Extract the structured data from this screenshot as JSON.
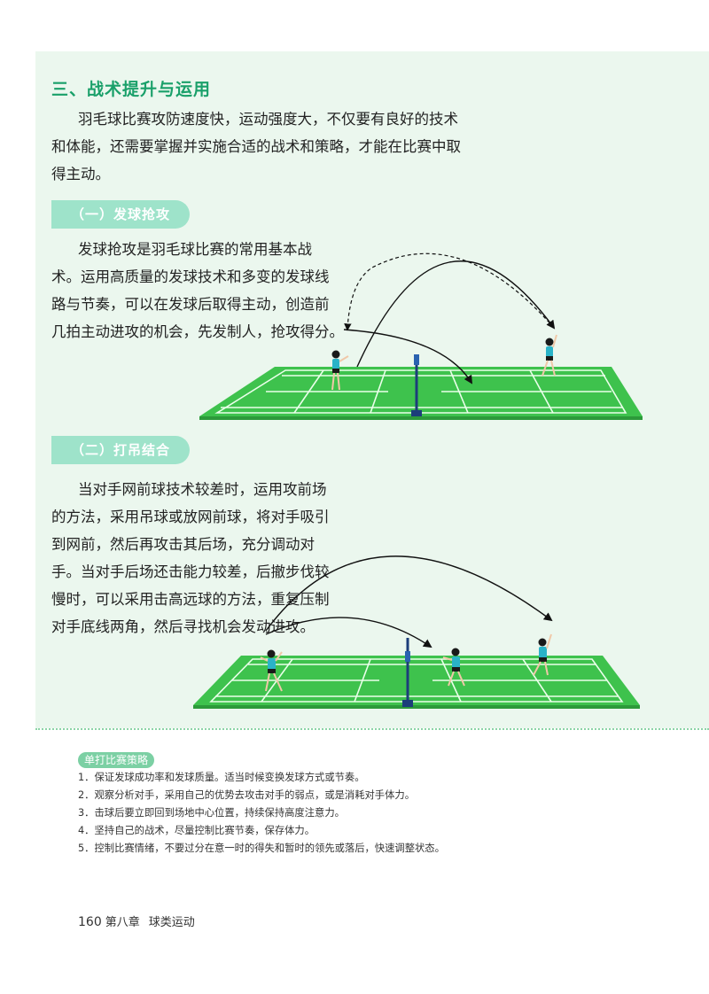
{
  "section": {
    "title": "三、战术提升与运用",
    "intro": [
      "羽毛球比赛攻防速度快，运动强度大，不仅要有良好的技术",
      "和体能，还需要掌握并实施合适的战术和策略，才能在比赛中取",
      "得主动。"
    ]
  },
  "subsections": [
    {
      "label": "（一）发球抢攻",
      "text": [
        "发球抢攻是羽毛球比赛的常用基本战",
        "术。运用高质量的发球技术和多变的发球线",
        "路与节奏，可以在发球后取得主动，创造前",
        "几拍主动进攻的机会，先发制人，抢攻得分。"
      ]
    },
    {
      "label": "（二）打吊结合",
      "text": [
        "当对手网前球技术较差时，运用攻前场",
        "的方法，采用吊球或放网前球，将对手吸引",
        "到网前，然后再攻击其后场，充分调动对",
        "手。当对手后场还击能力较差，后撤步伐较",
        "慢时，可以采用击高远球的方法，重复压制",
        "对手底线两角，然后寻找机会发动进攻。"
      ]
    }
  ],
  "tips": {
    "label": "单打比赛策略",
    "items": [
      "1．保证发球成功率和发球质量。适当时候变换发球方式或节奏。",
      "2．观察分析对手，采用自己的优势去攻击对手的弱点，或是消耗对手体力。",
      "3．击球后要立即回到场地中心位置，持续保持高度注意力。",
      "4．坚持自己的战术，尽量控制比赛节奏，保存体力。",
      "5．控制比赛情绪，不要过分在意一时的得失和暂时的领先或落后，快速调整状态。"
    ]
  },
  "footer": {
    "page": "160",
    "chapter": "第八章",
    "topic": "球类运动"
  },
  "colors": {
    "panel_bg": "#ebf7ee",
    "title_green": "#1aa06a",
    "pill_bg": "#9ee3ca",
    "court_green": "#3ec24d",
    "shirt_teal": "#2ab3c8"
  }
}
